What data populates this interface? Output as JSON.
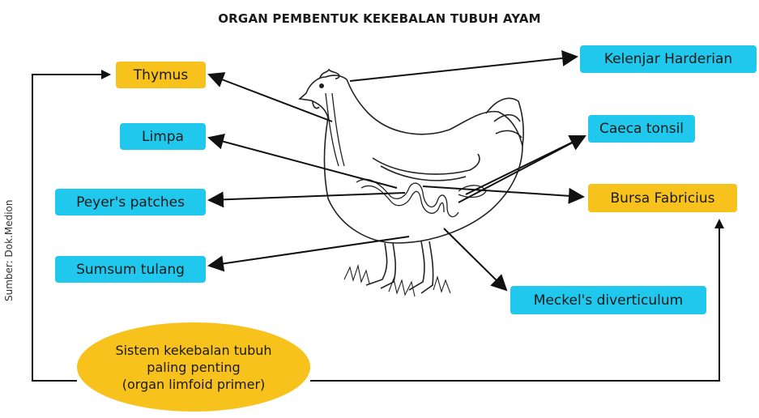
{
  "title": "ORGAN PEMBENTUK KEKEBALAN TUBUH AYAM",
  "source": "Sumber: Dok.Medion",
  "colors": {
    "primary_organ": "#f8c21c",
    "secondary_organ": "#1fc8ec"
  },
  "left_organs": [
    {
      "label": "Thymus",
      "color": "yellow"
    },
    {
      "label": "Limpa",
      "color": "cyan"
    },
    {
      "label": "Peyer's patches",
      "color": "cyan"
    },
    {
      "label": "Sumsum tulang",
      "color": "cyan"
    }
  ],
  "right_organs": [
    {
      "label": "Kelenjar Harderian",
      "color": "cyan"
    },
    {
      "label": "Caeca tonsil",
      "color": "cyan"
    },
    {
      "label": "Bursa Fabricius",
      "color": "yellow"
    },
    {
      "label": "Meckel's diverticulum",
      "color": "cyan"
    }
  ],
  "legend": {
    "line1": "Sistem kekebalan tubuh",
    "line2": "paling penting",
    "line3": "(organ limfoid primer)"
  }
}
